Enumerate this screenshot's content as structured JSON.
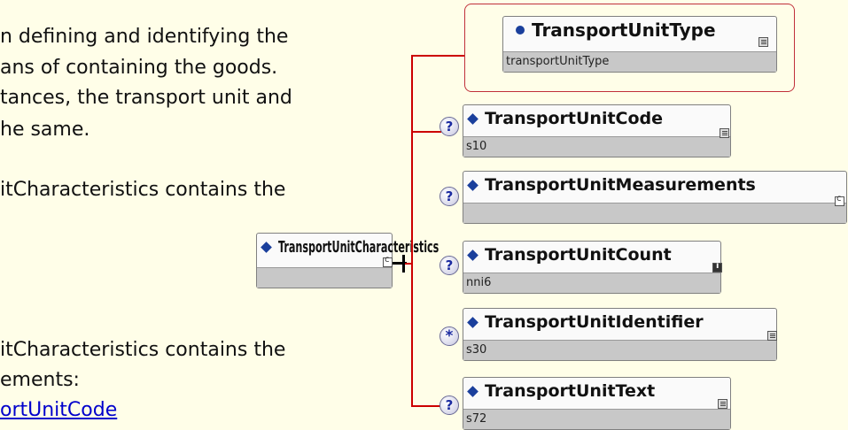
{
  "text": {
    "line1": "n defining and identifying the",
    "line2": "ans of containing the goods.",
    "line3": "tances, the transport unit and",
    "line4": "he same.",
    "line5": "itCharacteristics contains the",
    "line6": "itCharacteristics  contains the",
    "line7": "ements:",
    "link1": "ortUnitCode"
  },
  "root": {
    "label": "TransportUnitCharacteristics"
  },
  "type_node": {
    "label": "TransportUnitType",
    "type": "transportUnitType"
  },
  "children": [
    {
      "label": "TransportUnitCode",
      "type": "s10",
      "occurrence": "?"
    },
    {
      "label": "TransportUnitMeasurements",
      "type": "",
      "occurrence": "?"
    },
    {
      "label": "TransportUnitCount",
      "type": "nni6",
      "occurrence": "?"
    },
    {
      "label": "TransportUnitIdentifier",
      "type": "s30",
      "occurrence": "*"
    },
    {
      "label": "TransportUnitText",
      "type": "s72",
      "occurrence": "?"
    }
  ],
  "colors": {
    "background": "#fffee8",
    "connector": "#cc0000",
    "diamond": "#1a3f9c"
  }
}
